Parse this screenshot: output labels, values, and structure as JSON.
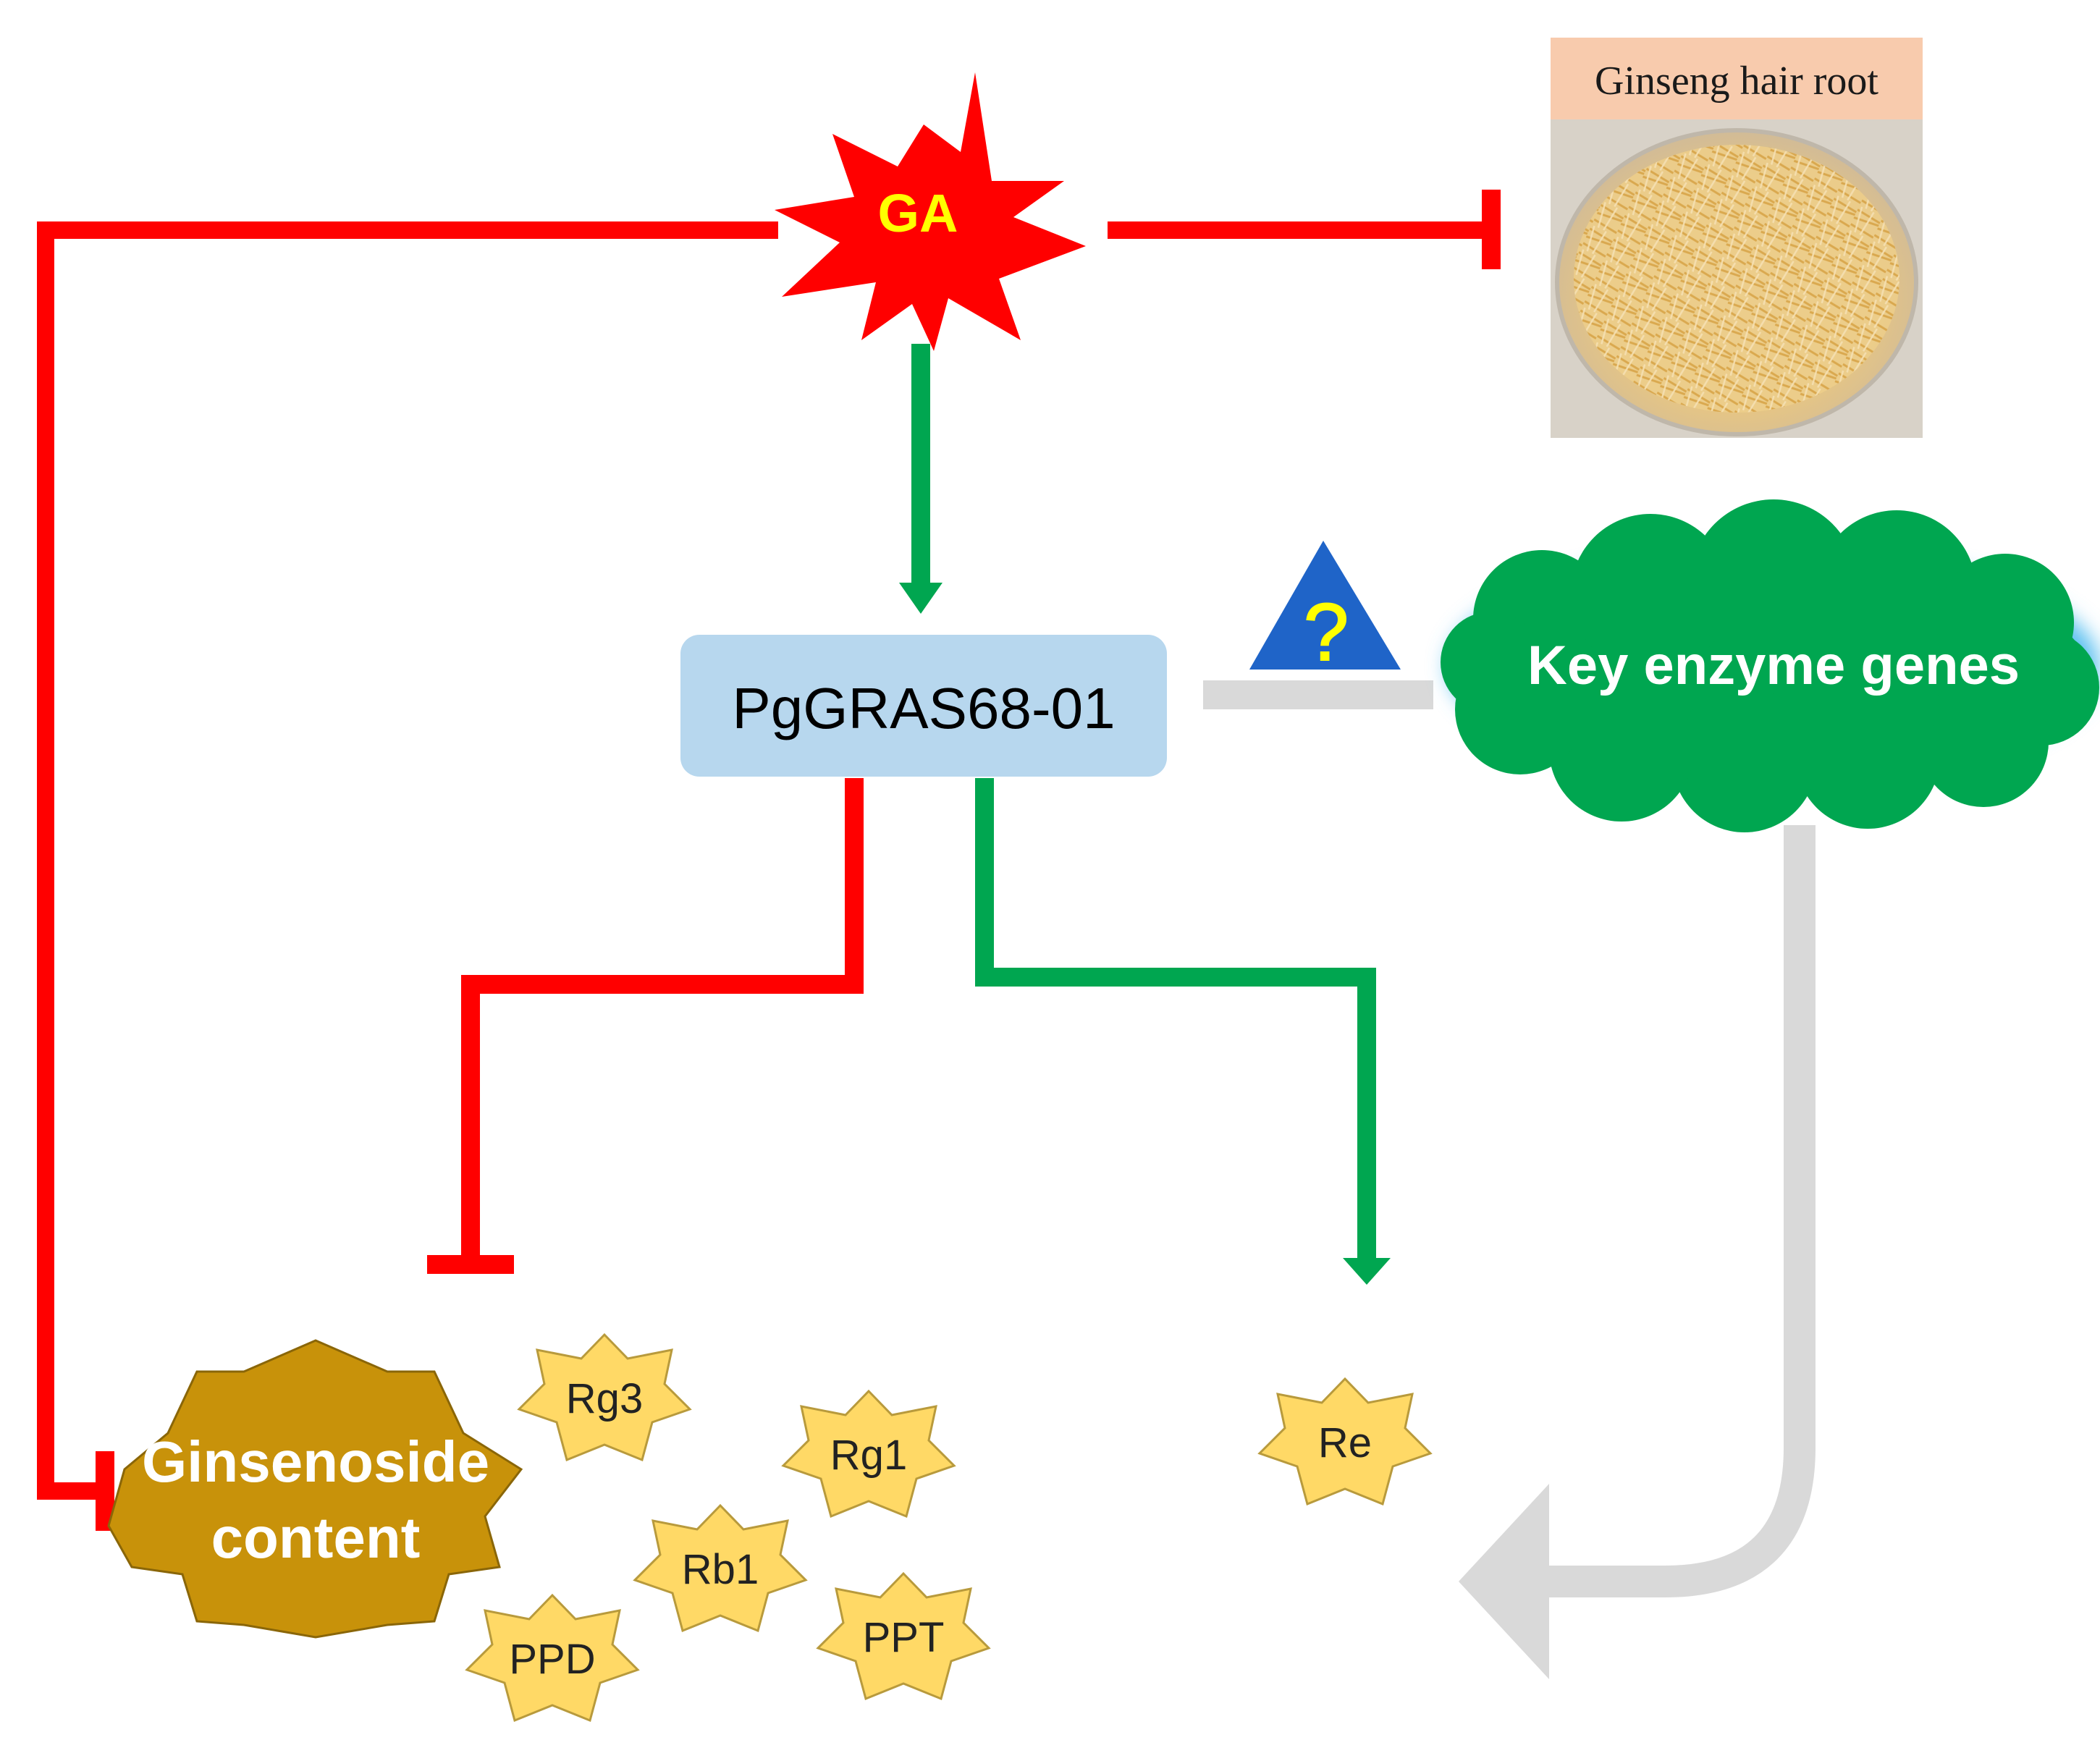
{
  "nodes": {
    "ga": {
      "label": "GA",
      "fill": "#ff0000",
      "text_color": "#ffff00"
    },
    "pggras": {
      "label": "PgGRAS68-01",
      "fill": "#b7d7ee",
      "text_color": "#000000"
    },
    "enzyme": {
      "label": "Key enzyme genes",
      "fill": "#00a650",
      "glow": "#5bc0f0",
      "text_color": "#ffffff"
    },
    "question": {
      "label": "?",
      "fill": "#1f64c8",
      "text_color": "#ffff00"
    },
    "ginsenoside": {
      "line1": "Ginsenoside",
      "line2": "content",
      "fill": "#c8920a",
      "text_color": "#ffffff"
    },
    "hair_root": {
      "label": "Ginseng hair root",
      "header_fill": "#f8cbad"
    }
  },
  "compounds": {
    "fill": "#ffd966",
    "stroke": "#b89a3c",
    "items": [
      {
        "id": "rg3",
        "label": "Rg3"
      },
      {
        "id": "rg1",
        "label": "Rg1"
      },
      {
        "id": "rb1",
        "label": "Rb1"
      },
      {
        "id": "ppd",
        "label": "PPD"
      },
      {
        "id": "ppt",
        "label": "PPT"
      },
      {
        "id": "re",
        "label": "Re"
      }
    ]
  },
  "colors": {
    "inhibit": "#ff0000",
    "promote": "#00a650",
    "unknown": "#d9d9d9"
  }
}
